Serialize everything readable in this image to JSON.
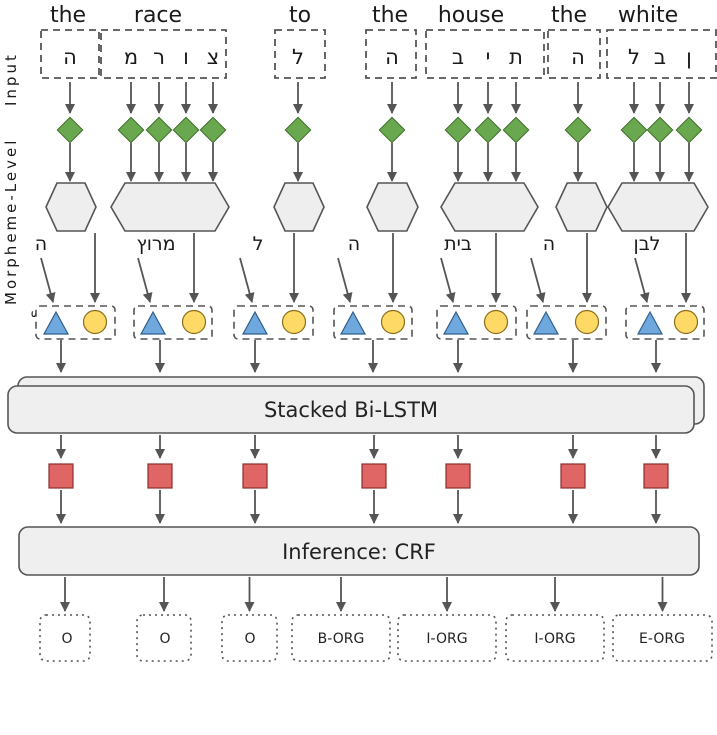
{
  "words": [
    "the",
    "race",
    "to",
    "the",
    "house",
    "the",
    "white"
  ],
  "side_labels": {
    "input": "Input",
    "morpheme_level": "Morpheme-Level",
    "extra": "s"
  },
  "groups": [
    {
      "letters": [
        "ה"
      ],
      "morpheme": "ה"
    },
    {
      "letters": [
        "צ",
        "ו",
        "ר",
        "מ"
      ],
      "morpheme": "מרוץ"
    },
    {
      "letters": [
        "ל"
      ],
      "morpheme": "ל"
    },
    {
      "letters": [
        "ה"
      ],
      "morpheme": "ה"
    },
    {
      "letters": [
        "ת",
        "י",
        "ב"
      ],
      "morpheme": "בית"
    },
    {
      "letters": [
        "ה"
      ],
      "morpheme": "ה"
    },
    {
      "letters": [
        "ן",
        "ב",
        "ל"
      ],
      "morpheme": "לבן"
    }
  ],
  "bilstm_label": "Stacked Bi-LSTM",
  "crf_label": "Inference: CRF",
  "output_tags": [
    "O",
    "O",
    "O",
    "B-ORG",
    "I-ORG",
    "I-ORG",
    "E-ORG"
  ],
  "colors": {
    "diamond": "#6aa84f",
    "hexagon": "#eeeeee",
    "triangle": "#6fa8dc",
    "circle": "#ffd966",
    "square": "#e06666",
    "bar": "#efefef"
  }
}
